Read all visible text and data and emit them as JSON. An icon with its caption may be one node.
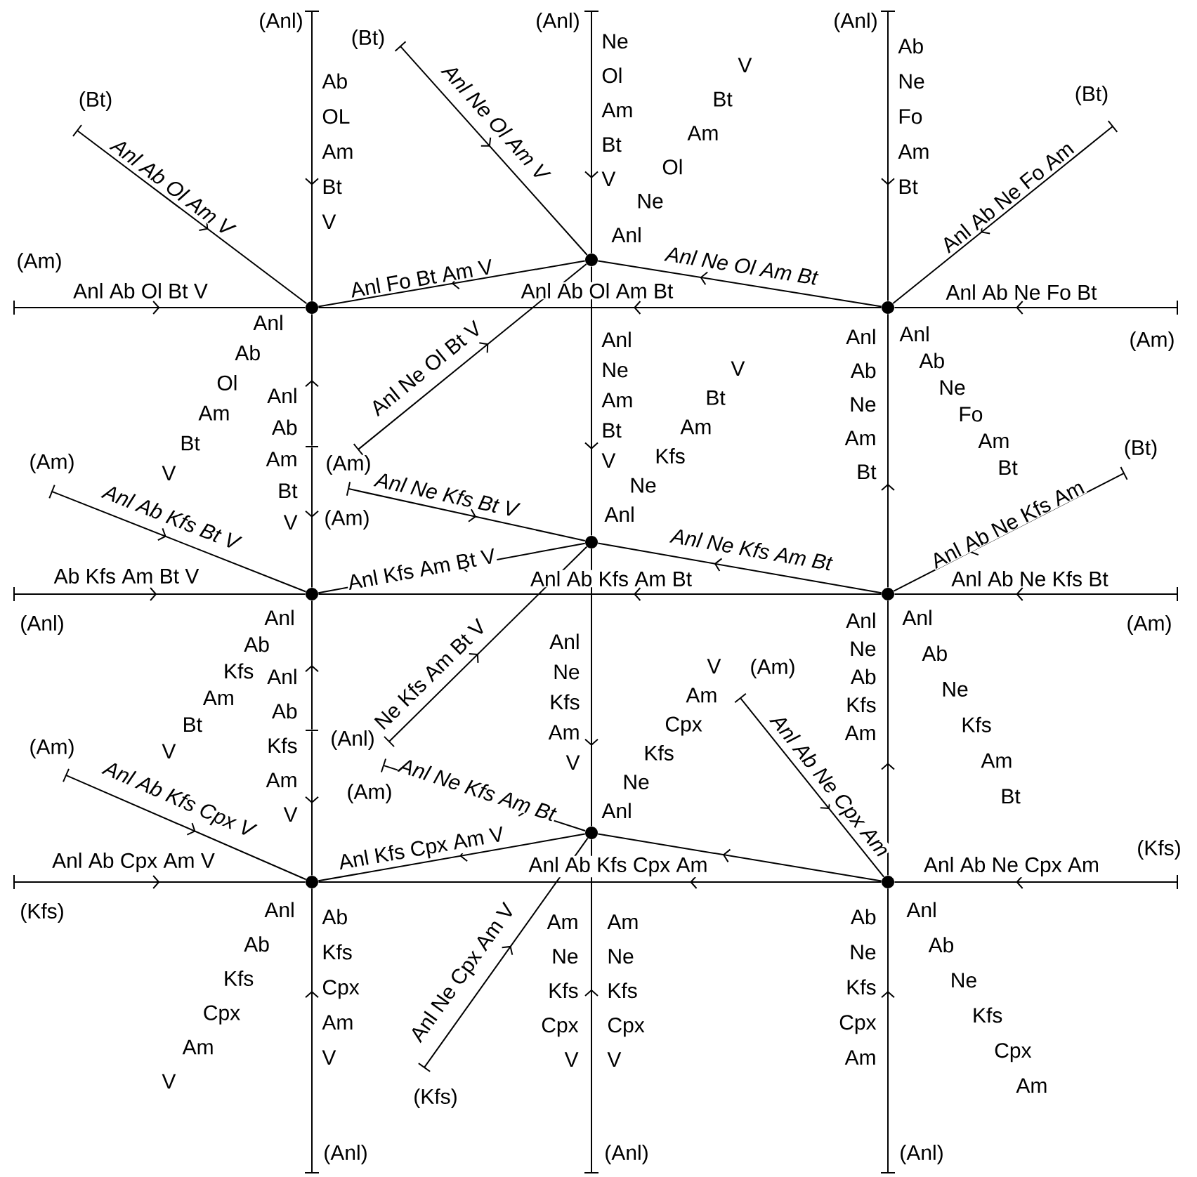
{
  "diagram": {
    "nodes": [
      {
        "text": [
          "(Anl)"
        ]
      },
      {
        "text": [
          "(Anl)"
        ]
      },
      {
        "text": [
          "(Anl)"
        ]
      },
      {
        "text": [
          "(Bt)"
        ]
      },
      {
        "text": [
          "(Bt)"
        ]
      },
      {
        "text": [
          "(Bt)"
        ]
      },
      {
        "text": [],
        "shape": "circle"
      },
      {
        "text": [
          "(Am)"
        ]
      },
      {
        "text": [],
        "shape": "circle"
      },
      {
        "text": [],
        "shape": "circle"
      },
      {
        "text": [
          "(Am)"
        ]
      },
      {
        "text": [
          "(Am)"
        ]
      },
      {
        "text": [
          "(Bt)"
        ]
      },
      {
        "text": [
          "(Am)"
        ]
      },
      {
        "text": [
          "(Am)"
        ]
      },
      {
        "text": [],
        "shape": "circle"
      },
      {
        "text": [
          "(Anl)"
        ]
      },
      {
        "text": [],
        "shape": "circle"
      },
      {
        "text": [],
        "shape": "circle"
      },
      {
        "text": [
          "(Am)"
        ]
      },
      {
        "text": [
          "(Anl)"
        ]
      },
      {
        "text": [
          "(Am)"
        ]
      },
      {
        "text": [
          "(Am)"
        ]
      },
      {
        "text": [
          "(Am)"
        ]
      },
      {
        "text": [],
        "shape": "circle"
      },
      {
        "text": [
          "(Kfs)"
        ]
      },
      {
        "text": [
          "(Kfs)"
        ]
      },
      {
        "text": [],
        "shape": "circle"
      },
      {
        "text": [],
        "shape": "circle"
      },
      {
        "text": [
          "(Kfs)"
        ]
      },
      {
        "text": [
          "(Anl)"
        ]
      },
      {
        "text": [
          "(Anl)"
        ]
      },
      {
        "text": [
          "(Anl)"
        ]
      },
      {
        "text": [],
        "shape": "bar"
      },
      {
        "text": [],
        "shape": "bar"
      }
    ],
    "edges": [
      {
        "from": 0,
        "to": 8,
        "arrow": "to",
        "label": "Ab OL Am Bt V"
      },
      {
        "from": 1,
        "to": 6,
        "arrow": "to",
        "label": "Ne Ol Am Bt V"
      },
      {
        "from": 2,
        "to": 9,
        "arrow": "to",
        "label": "Ab Ne Fo Am Bt"
      },
      {
        "from": 3,
        "to": 8,
        "arrow": "to",
        "label": "Anl Ab Ol Am V"
      },
      {
        "from": 4,
        "to": 6,
        "arrow": "to",
        "label": "Anl Ne Ol Am V"
      },
      {
        "from": 5,
        "to": 9,
        "arrow": "to",
        "label": "Anl Ab Ne Fo Am"
      },
      {
        "from": 7,
        "to": 8,
        "arrow": "to",
        "label": "Anl Ab Ol Bt V"
      },
      {
        "from": 6,
        "to": 8,
        "arrow": "to",
        "label": "Anl Fo Bt Am V"
      },
      {
        "from": 9,
        "to": 6,
        "arrow": "to",
        "label": "Anl Ne Ol Am Bt"
      },
      {
        "from": 9,
        "to": 8,
        "arrow": "to",
        "label": "Anl Ab Ol Am Bt"
      },
      {
        "from": 10,
        "to": 9,
        "arrow": "to",
        "label": "Anl Ab Ne Fo Bt"
      },
      {
        "from": 11,
        "to": 6,
        "arrow": "to",
        "label": "Anl Ne Ol Bt V"
      },
      {
        "from": 33,
        "to": 8,
        "arrow": "to",
        "label": "Anl Ab Am Bt V"
      },
      {
        "from": 6,
        "to": 15,
        "arrow": "to",
        "label": "Anl Ne Am Bt V"
      },
      {
        "from": 18,
        "to": 9,
        "arrow": "to",
        "label": "Anl Ab Ne Am Bt"
      },
      {
        "from": 13,
        "to": 17,
        "arrow": "to",
        "label": "Anl Ab Kfs Bt V"
      },
      {
        "from": 15,
        "to": 17,
        "arrow": "to",
        "label": "Anl Kfs Am Bt V"
      },
      {
        "from": 14,
        "to": 15,
        "arrow": "to",
        "label": "Anl Ne Kfs Bt V"
      },
      {
        "from": 18,
        "to": 15,
        "arrow": "to",
        "label": "Anl Ne Kfs Am Bt"
      },
      {
        "from": 12,
        "to": 18,
        "arrow": "to",
        "label": "Anl Ab Ne Kfs Am"
      },
      {
        "from": 16,
        "to": 17,
        "arrow": "to",
        "label": "Ab Kfs Am Bt V"
      },
      {
        "from": 18,
        "to": 17,
        "arrow": "to",
        "label": "Anl Ab Kfs Am Bt"
      },
      {
        "from": 19,
        "to": 18,
        "arrow": "to",
        "label": "Anl Ab Ne Kfs Bt"
      },
      {
        "from": 20,
        "to": 15,
        "arrow": "to",
        "label": "Ne Kfs Am Bt V"
      },
      {
        "from": 34,
        "to": 17,
        "arrow": "to",
        "label": "Anl Ab Kfs Am V"
      },
      {
        "from": 15,
        "to": 24,
        "arrow": "to",
        "label": "Anl Ne Kfs Am V"
      },
      {
        "from": 28,
        "to": 18,
        "arrow": "to",
        "label": "Anl Ne Ab Kfs Am"
      },
      {
        "from": 22,
        "to": 27,
        "arrow": "to",
        "label": "Anl Ab Kfs Cpx V"
      },
      {
        "from": 23,
        "to": 24,
        "arrow": "to",
        "label": "Anl Ne Kfs Am Bt"
      },
      {
        "from": 24,
        "to": 27,
        "arrow": "to",
        "label": "Anl Kfs Cpx Am V"
      },
      {
        "from": 21,
        "to": 28,
        "arrow": "to",
        "label": "Anl Ab Ne Cpx Am"
      },
      {
        "from": 28,
        "to": 24,
        "arrow": "to"
      },
      {
        "from": 26,
        "to": 27,
        "arrow": "to",
        "label": "Anl Ab Cpx Am V"
      },
      {
        "from": 28,
        "to": 27,
        "arrow": "to",
        "label": "Anl Ab Kfs Cpx Am"
      },
      {
        "from": 25,
        "to": 28,
        "arrow": "to",
        "label": "Anl Ab Ne Cpx Am"
      },
      {
        "from": 29,
        "to": 24,
        "arrow": "to",
        "label": "Anl Ne Cpx Am V"
      },
      {
        "from": 30,
        "to": 27,
        "arrow": "to",
        "label": "Ab Kfs Cpx Am V"
      },
      {
        "from": 31,
        "to": 24,
        "arrow": "to",
        "label": "Am Ne Kfs Cpx V"
      },
      {
        "from": 32,
        "to": 28,
        "arrow": "to",
        "label": "Ab Ne Kfs Cpx Am"
      },
      {
        "from": 33,
        "to": 17,
        "arrow": "to"
      },
      {
        "from": 34,
        "to": 27,
        "arrow": "to"
      }
    ],
    "labels": [
      "V Bt Am Ol Ne Anl",
      "Anl Ab Ol Am Bt V",
      "Anl Ab Ne Fo Am Bt",
      "V Bt Am Kfs Ne Anl",
      "Anl Ab Kfs Am Bt V",
      "Anl Ab Ne Kfs Am Bt",
      "V Am Cpx Kfs Ne Anl",
      "Anl Ab Kfs Cpx Am V",
      "Am Ne Kfs Cpx V",
      "Anl Ab Ne Kfs Cpx Am"
    ]
  }
}
